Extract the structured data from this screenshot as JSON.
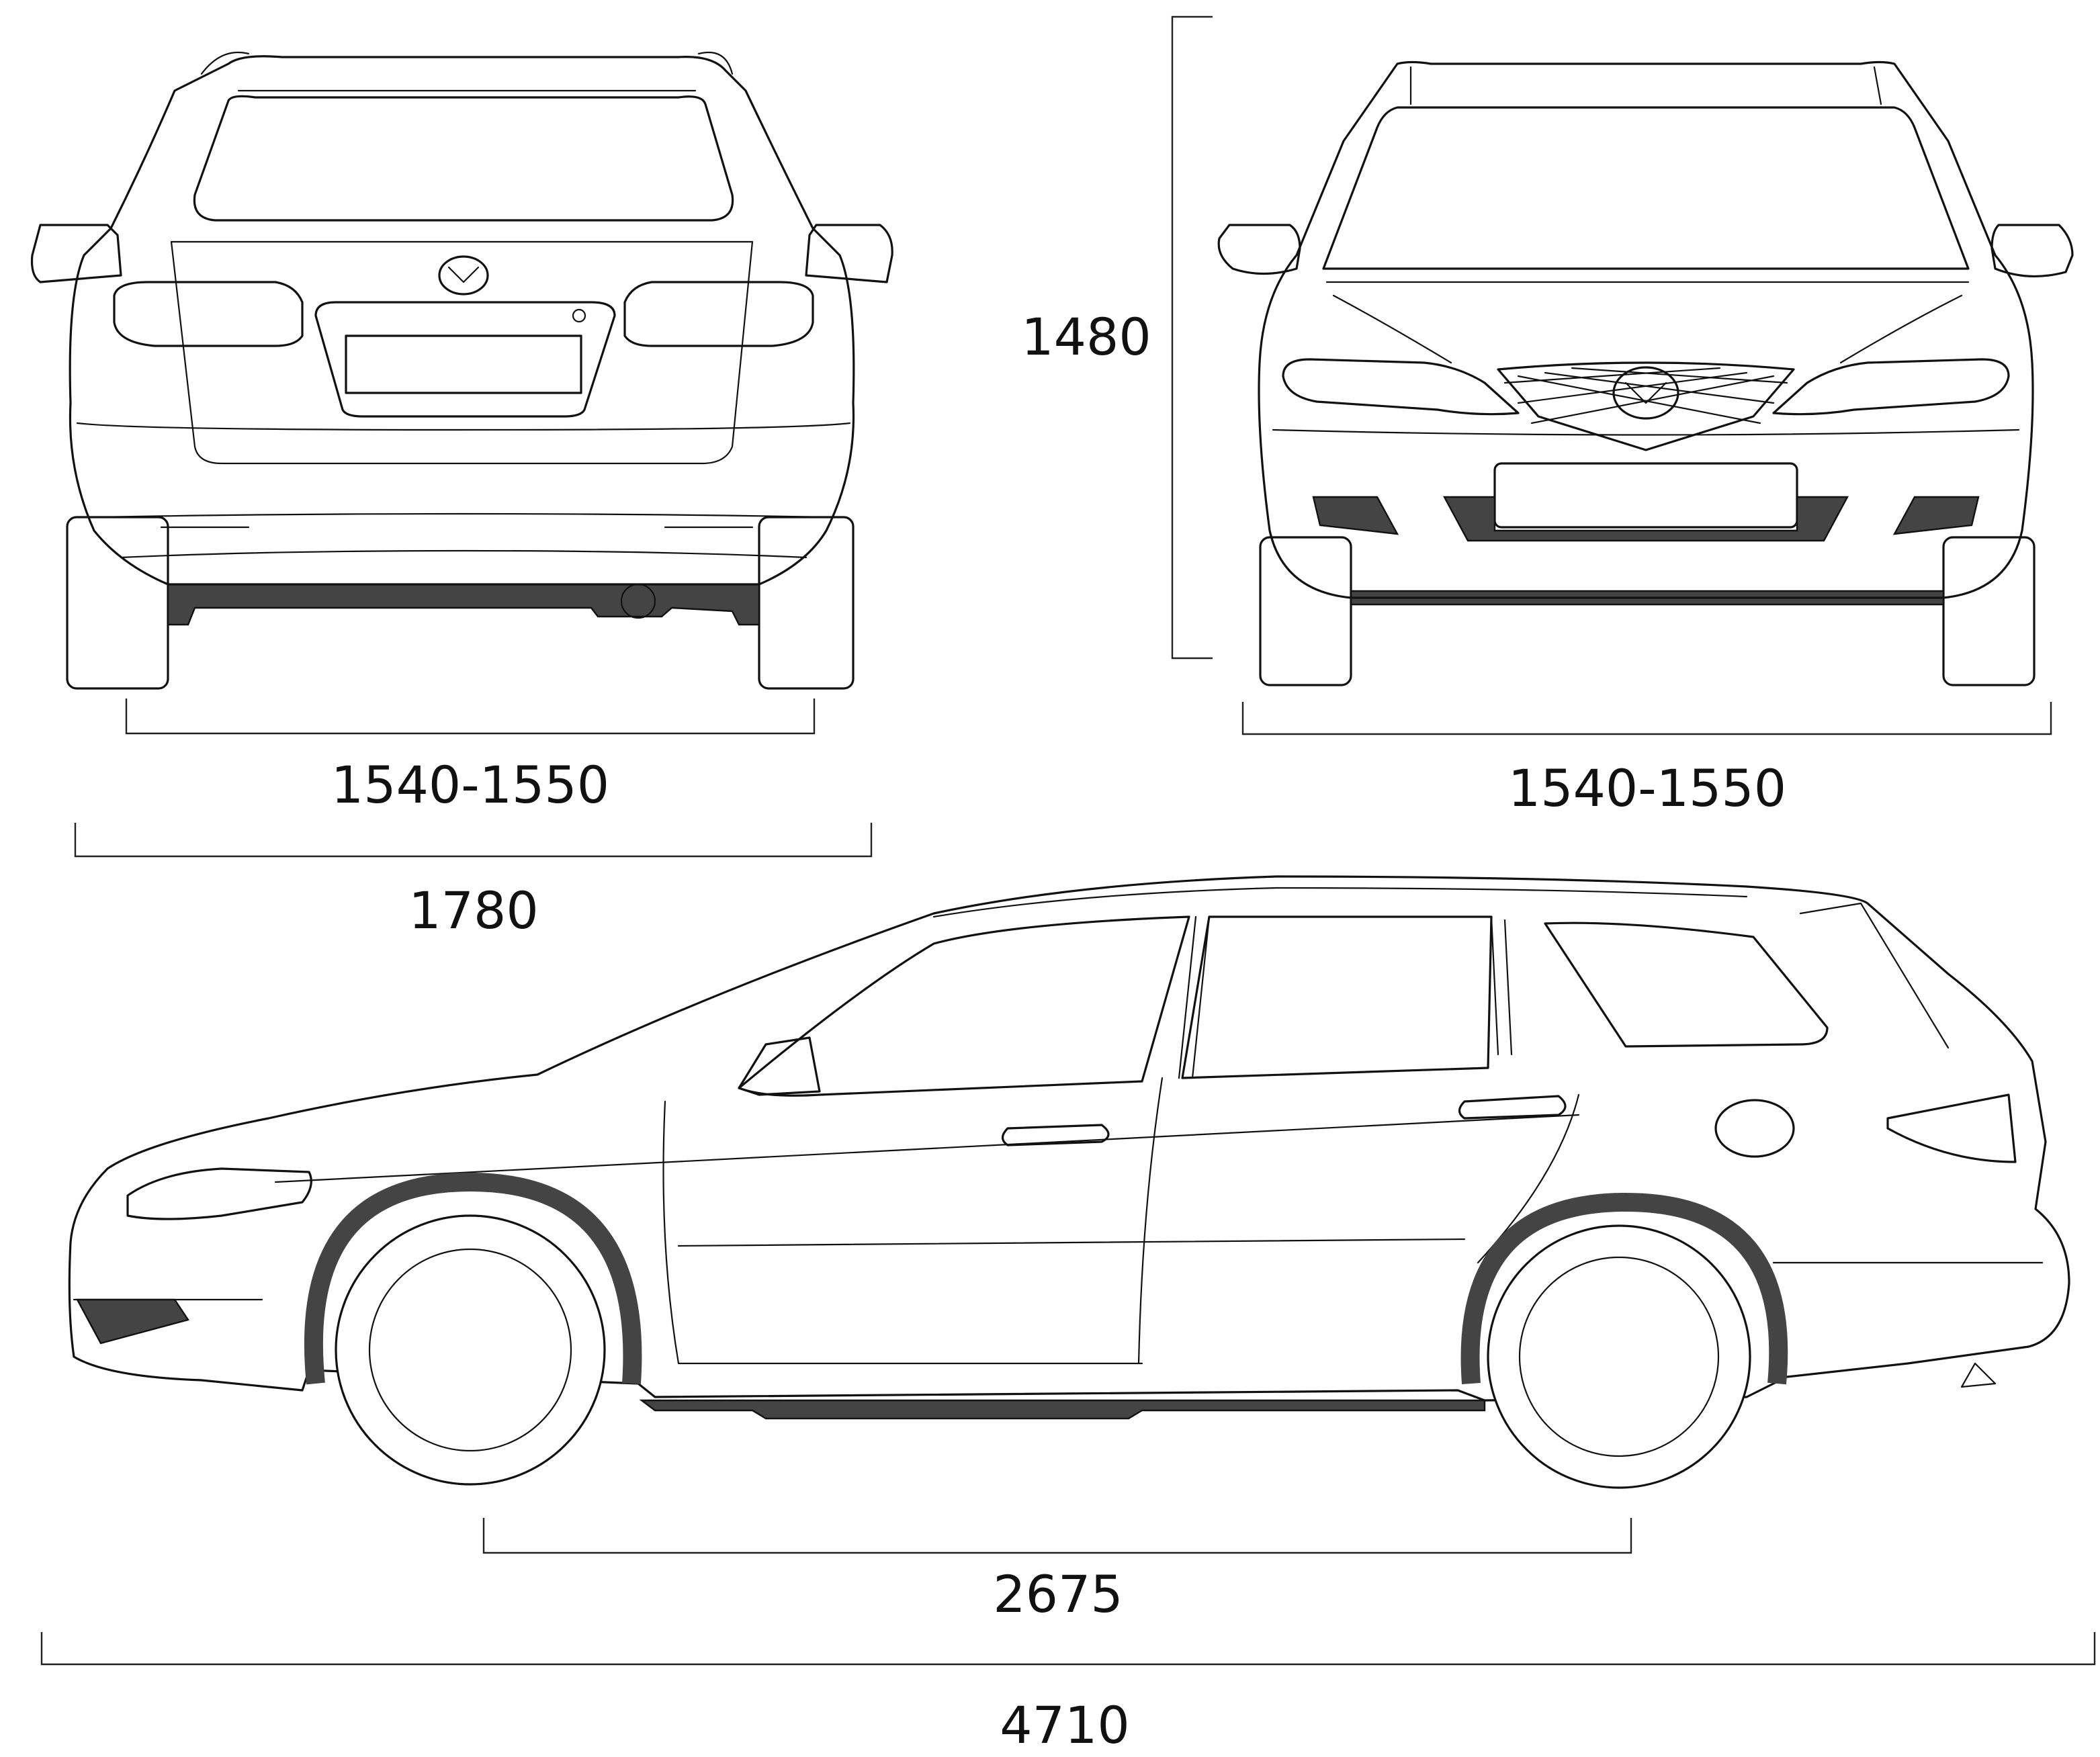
{
  "dimensions": {
    "rear_track": "1540-1550",
    "front_track": "1540-1550",
    "overall_width": "1780",
    "overall_height": "1480",
    "wheelbase": "2675",
    "overall_length": "4710"
  },
  "colors": {
    "line": "#111111",
    "fill_dark": "#444444",
    "background": "#ffffff"
  },
  "views": [
    "rear-view",
    "front-view",
    "side-view"
  ]
}
